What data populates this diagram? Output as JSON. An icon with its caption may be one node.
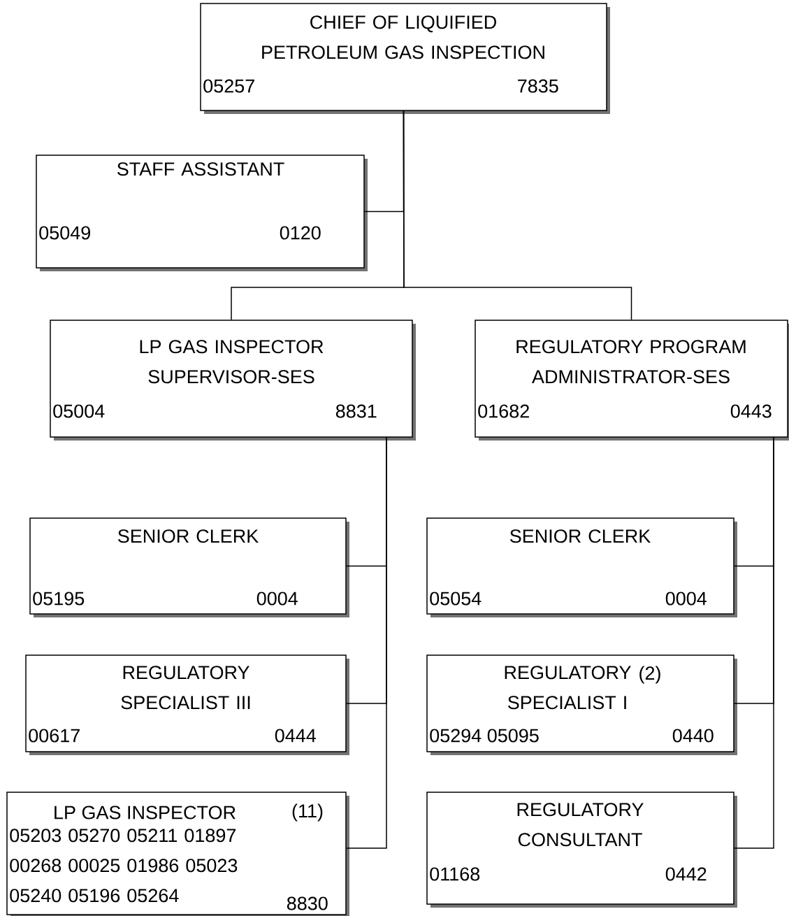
{
  "diagram": {
    "nodes": [
      {
        "text": [
          "CHIEF OF LIQUIFIED PETROLEUM GAS INSPECTION",
          "05257",
          "7835"
        ]
      },
      {
        "text": [
          "STAFF ASSISTANT",
          "05049",
          "0120"
        ]
      },
      {
        "text": [
          "LP GAS INSPECTOR SUPERVISOR-SES",
          "05004",
          "8831"
        ]
      },
      {
        "text": [
          "REGULATORY PROGRAM ADMINISTRATOR-SES",
          "01682",
          "0443"
        ]
      },
      {
        "text": [
          "SENIOR CLERK",
          "05195",
          "0004"
        ]
      },
      {
        "text": [
          "REGULATORY SPECIALIST III",
          "00617",
          "0444"
        ]
      },
      {
        "text": [
          "LP GAS INSPECTOR",
          "(11)",
          "05203 05270 05211 01897 00268 00025 01986 05023 05240 05196 05264",
          "8830"
        ]
      },
      {
        "text": [
          "SENIOR CLERK",
          "05054",
          "0004"
        ]
      },
      {
        "text": [
          "REGULATORY SPECIALIST I",
          "(2)",
          "05294 05095",
          "0440"
        ]
      },
      {
        "text": [
          "REGULATORY CONSULTANT",
          "01168",
          "0442"
        ]
      }
    ],
    "edges": [
      {
        "from": 0,
        "to": 1,
        "arrow": "none"
      },
      {
        "from": 0,
        "to": 2,
        "arrow": "none"
      },
      {
        "from": 0,
        "to": 3,
        "arrow": "none"
      },
      {
        "from": 2,
        "to": 4,
        "arrow": "none"
      },
      {
        "from": 2,
        "to": 5,
        "arrow": "none"
      },
      {
        "from": 2,
        "to": 6,
        "arrow": "none"
      },
      {
        "from": 3,
        "to": 7,
        "arrow": "none"
      },
      {
        "from": 3,
        "to": 8,
        "arrow": "none"
      },
      {
        "from": 3,
        "to": 9,
        "arrow": "none"
      }
    ]
  }
}
